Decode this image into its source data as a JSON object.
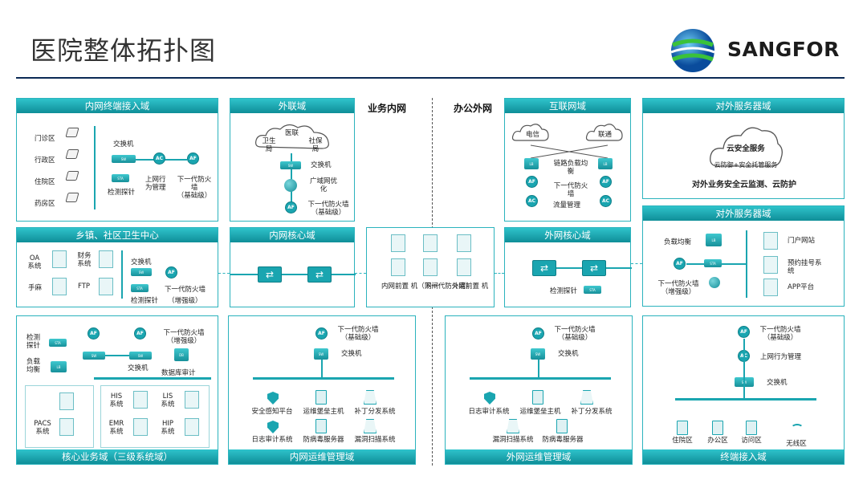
{
  "title": "医院整体拓扑图",
  "logo": {
    "text": "SANGFOR"
  },
  "zones": {
    "business_intranet": "业务内网",
    "office_extranet": "办公外网"
  },
  "panels": {
    "terminal_access": {
      "title": "内网终端接入域",
      "areas": [
        "门诊区",
        "行政区",
        "住院区",
        "药房区"
      ],
      "switch": "交换机",
      "behavior": "上网行\n为管理",
      "ngfw": "下一代防火\n墙\n（基础级）",
      "probe": "检测探针"
    },
    "external": {
      "title": "外联域",
      "clouds": [
        "医联",
        "卫生\n局",
        "社保\n局"
      ],
      "switch": "交换机",
      "wan": "广域网优\n化",
      "ngfw": "下一代防火墙\n（基础级）"
    },
    "township": {
      "title": "乡镇、社区卫生中心",
      "oa": "OA\n系统",
      "finance": "财务\n系统",
      "manual": "手麻",
      "ftp": "FTP",
      "switch": "交换机",
      "ngfw": "下一代防火墙",
      "probe": "检测探针",
      "enhanced": "（增强级）"
    },
    "intranet_core": {
      "title": "内网核心域"
    },
    "front": {
      "front_in": "内网前置\n机（下一代防火墙）",
      "gap": "网闸",
      "front_out": "外网前置\n机"
    },
    "interconnect": {
      "title": "互联网域",
      "isps": [
        "电信",
        "联通"
      ],
      "lb": "链路负载均\n衡",
      "ngfw": "下一代防火\n墙",
      "flow": "流量管理"
    },
    "extranet_core": {
      "title": "外网核心域",
      "probe": "检测探针"
    },
    "ext_service1": {
      "title": "对外服务器域",
      "cloud": "云安全服务",
      "cloud_sub": "云防御+安全托管服务",
      "slogan": "对外业务安全云监测、云防护"
    },
    "ext_service2": {
      "title": "对外服务器域",
      "lb": "负载均衡",
      "ngfw": "下一代防火墙\n（增强级）",
      "portal": "门户网站",
      "booking": "预约挂号系\n统",
      "app": "APP平台"
    },
    "core_business": {
      "title": "核心业务域（三级系统域）",
      "probe": "检测\n探针",
      "lb": "负载\n均衡",
      "ngfw": "下一代防火墙\n（增强级）",
      "switch": "交换机",
      "db_audit": "数据库审计",
      "his": "HIS\n系统",
      "lis": "LIS\n系统",
      "pacs": "PACS\n系统",
      "emr": "EMR\n系统",
      "hip": "HIP\n系统"
    },
    "intranet_ops": {
      "title": "内网运维管理域",
      "ngfw": "下一代防火墙\n（基础级）",
      "switch": "交换机",
      "items": [
        "安全感知平台",
        "运维堡垒主机",
        "补丁分发系统",
        "日志审计系统",
        "防病毒服务器",
        "漏洞扫描系统"
      ]
    },
    "extranet_ops": {
      "title": "外网运维管理域",
      "ngfw": "下一代防火墙\n（基础级）",
      "switch": "交换机",
      "items": [
        "日志审计系统",
        "运维堡垒主机",
        "补丁分发系统",
        "漏洞扫描系统",
        "防病毒服务器"
      ]
    },
    "terminal_ext": {
      "title": "终端接入域",
      "ngfw": "下一代防火墙\n（基础级）",
      "behavior": "上网行为管理",
      "switch": "交换机",
      "areas": [
        "住院区",
        "办公区",
        "访问区",
        "无线区"
      ]
    }
  },
  "colors": {
    "accent": "#1aa5b0",
    "header": "#2fc3cb",
    "border": "#2bb3bd",
    "rule": "#0b2a55"
  }
}
